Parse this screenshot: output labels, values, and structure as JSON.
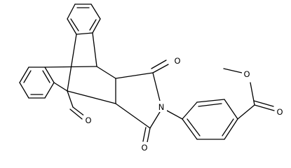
{
  "diagram": {
    "atom_labels": {
      "o_imide_top": "O",
      "o_imide_bottom": "O",
      "n_imide": "N",
      "o_aldehyde": "O",
      "o_ester_single": "O",
      "o_ester_double": "O"
    }
  }
}
